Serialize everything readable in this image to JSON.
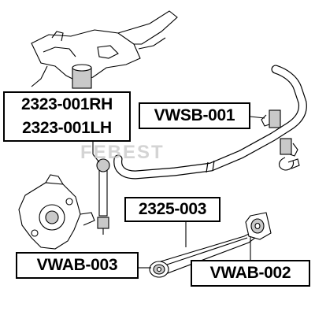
{
  "part_numbers": {
    "link_rh": "2323-001RH",
    "link_lh": "2323-001LH",
    "stabilizer_bushing": "VWSB-001",
    "lateral_arm": "2325-003",
    "arm_bushing_inner": "VWAB-003",
    "arm_bushing_outer": "VWAB-002"
  },
  "watermark": "FEBEST",
  "colors": {
    "line": "#000000",
    "shade": "#c9c9c9",
    "watermark": "#c6c6c6"
  }
}
